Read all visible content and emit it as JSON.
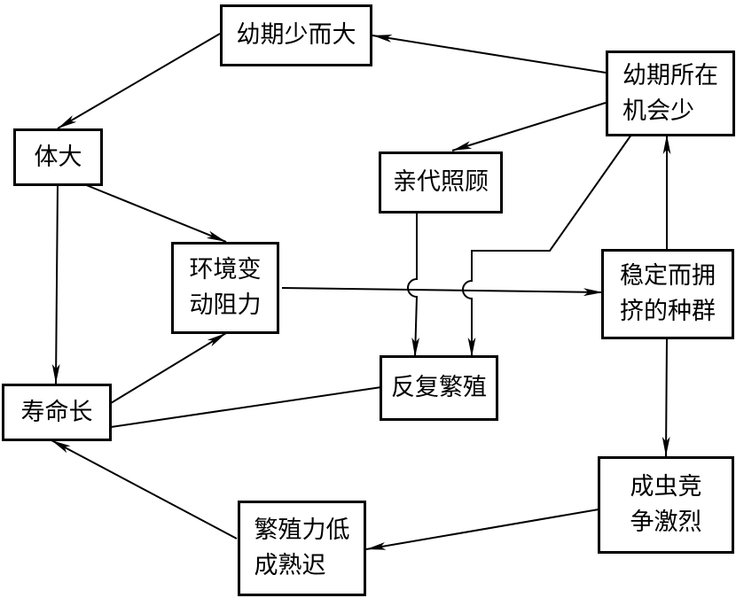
{
  "diagram": {
    "type": "causal-flow",
    "nodes": {
      "juvenile_few_large": "幼期少而大",
      "body_large": "体大",
      "env_resistance": "环境变\n动阻力",
      "long_life": "寿命长",
      "juvenile_niche_few": "幼期所在\n机会少",
      "parental_care": "亲代照顾",
      "stable_crowded_pop": "稳定而拥\n挤的种群",
      "repeated_breeding": "反复繁殖",
      "adult_competition": "成虫竞\n争激烈",
      "low_fecundity": "繁殖力低\n成熟迟"
    },
    "edges": [
      {
        "from": "juvenile_niche_few",
        "to": "juvenile_few_large"
      },
      {
        "from": "juvenile_few_large",
        "to": "body_large"
      },
      {
        "from": "body_large",
        "to": "env_resistance"
      },
      {
        "from": "body_large",
        "to": "long_life"
      },
      {
        "from": "long_life",
        "to": "env_resistance"
      },
      {
        "from": "repeated_breeding",
        "to": "long_life"
      },
      {
        "from": "juvenile_niche_few",
        "to": "parental_care"
      },
      {
        "from": "parental_care",
        "to": "repeated_breeding"
      },
      {
        "from": "juvenile_niche_few",
        "to": "repeated_breeding"
      },
      {
        "from": "env_resistance",
        "to": "stable_crowded_pop"
      },
      {
        "from": "stable_crowded_pop",
        "to": "juvenile_niche_few"
      },
      {
        "from": "stable_crowded_pop",
        "to": "adult_competition"
      },
      {
        "from": "adult_competition",
        "to": "low_fecundity"
      },
      {
        "from": "low_fecundity",
        "to": "long_life"
      }
    ]
  }
}
